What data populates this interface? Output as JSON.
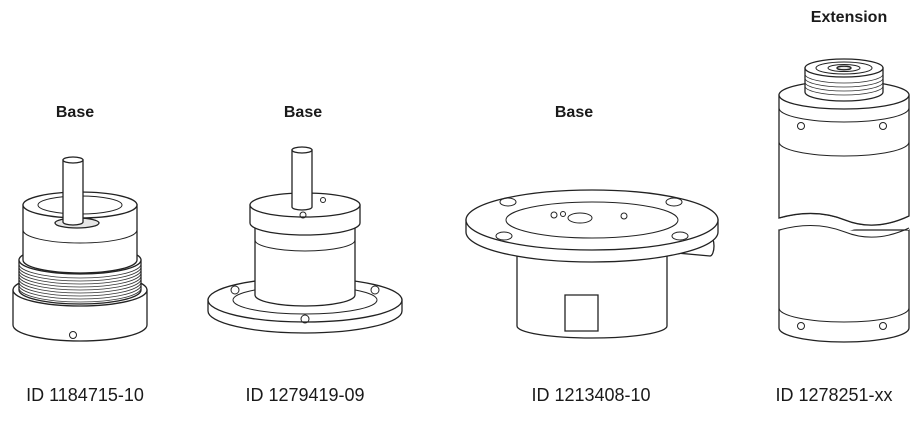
{
  "parts": [
    {
      "title": "Base",
      "id_label": "ID 1184715-10"
    },
    {
      "title": "Base",
      "id_label": "ID 1279419-09"
    },
    {
      "title": "Base",
      "id_label": "ID 1213408-10"
    },
    {
      "title": "Extension",
      "id_label": "ID 1278251-xx"
    }
  ]
}
